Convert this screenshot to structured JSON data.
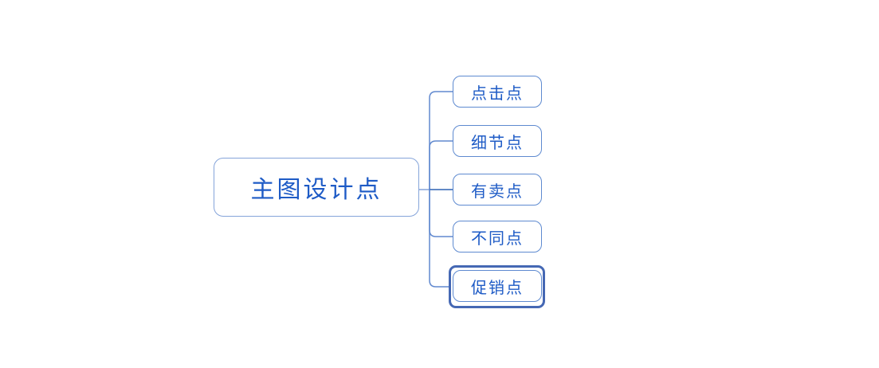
{
  "mindmap": {
    "root": {
      "label": "主图设计点"
    },
    "children": [
      {
        "label": "点击点",
        "selected": false
      },
      {
        "label": "细节点",
        "selected": false
      },
      {
        "label": "有卖点",
        "selected": false
      },
      {
        "label": "不同点",
        "selected": false
      },
      {
        "label": "促销点",
        "selected": true
      }
    ],
    "colors": {
      "background": "#FFFFFF",
      "root_border": "#85A4DA",
      "child_border": "#5E8AD0",
      "text": "#1E5BC6",
      "connector_branch": "#6189CF",
      "connector_stub": "#8CA9DC",
      "connector_straight": "#2E62B4",
      "selection_outline": "#4568B4"
    }
  }
}
